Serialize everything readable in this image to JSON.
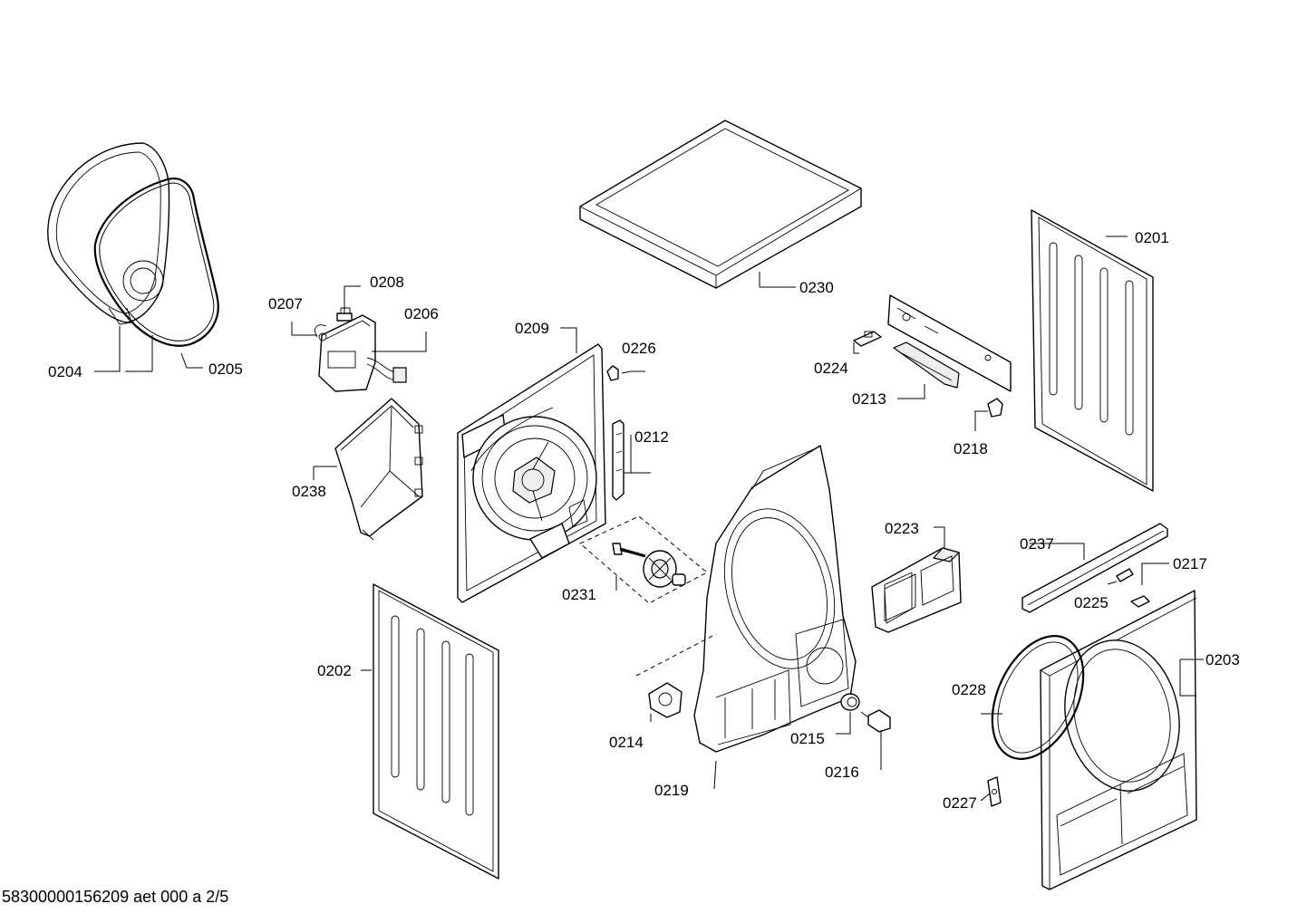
{
  "footer": {
    "text": "58300000156209 aet 000 a 2/5"
  },
  "parts": [
    {
      "id": "p0201",
      "label": "0201"
    },
    {
      "id": "p0202",
      "label": "0202"
    },
    {
      "id": "p0203",
      "label": "0203"
    },
    {
      "id": "p0204",
      "label": "0204"
    },
    {
      "id": "p0205",
      "label": "0205"
    },
    {
      "id": "p0206",
      "label": "0206"
    },
    {
      "id": "p0207",
      "label": "0207"
    },
    {
      "id": "p0208",
      "label": "0208"
    },
    {
      "id": "p0209",
      "label": "0209"
    },
    {
      "id": "p0212",
      "label": "0212"
    },
    {
      "id": "p0213",
      "label": "0213"
    },
    {
      "id": "p0214",
      "label": "0214"
    },
    {
      "id": "p0215",
      "label": "0215"
    },
    {
      "id": "p0216",
      "label": "0216"
    },
    {
      "id": "p0217",
      "label": "0217"
    },
    {
      "id": "p0218",
      "label": "0218"
    },
    {
      "id": "p0219",
      "label": "0219"
    },
    {
      "id": "p0223",
      "label": "0223"
    },
    {
      "id": "p0224",
      "label": "0224"
    },
    {
      "id": "p0225",
      "label": "0225"
    },
    {
      "id": "p0226",
      "label": "0226"
    },
    {
      "id": "p0227",
      "label": "0227"
    },
    {
      "id": "p0228",
      "label": "0228"
    },
    {
      "id": "p0230",
      "label": "0230"
    },
    {
      "id": "p0231",
      "label": "0231"
    },
    {
      "id": "p0237",
      "label": "0237"
    },
    {
      "id": "p0238",
      "label": "0238"
    }
  ]
}
